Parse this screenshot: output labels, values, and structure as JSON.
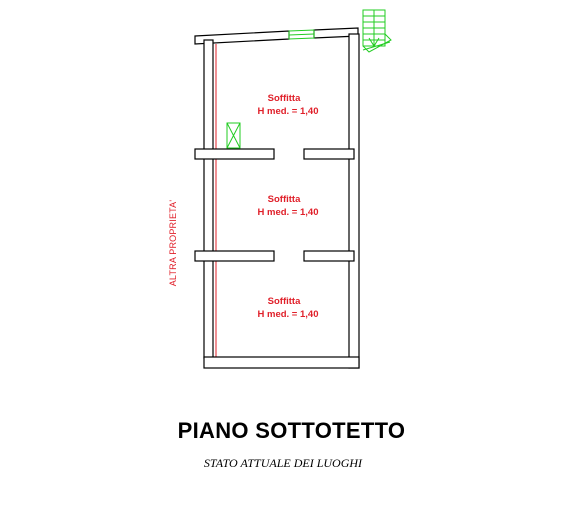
{
  "title": "PIANO SOTTOTETTO",
  "subtitle": "STATO ATTUALE DEI LUOGHI",
  "side_label": "ALTRA PROPRIETA'",
  "rooms": [
    {
      "name": "Soffitta",
      "height": "H med. = 1,40"
    },
    {
      "name": "Soffitta",
      "height": "H med. = 1,40"
    },
    {
      "name": "Soffitta",
      "height": "H med. = 1,40"
    }
  ],
  "colors": {
    "wall": "#000000",
    "annotation": "#e0202a",
    "fixture": "#22cc22"
  }
}
